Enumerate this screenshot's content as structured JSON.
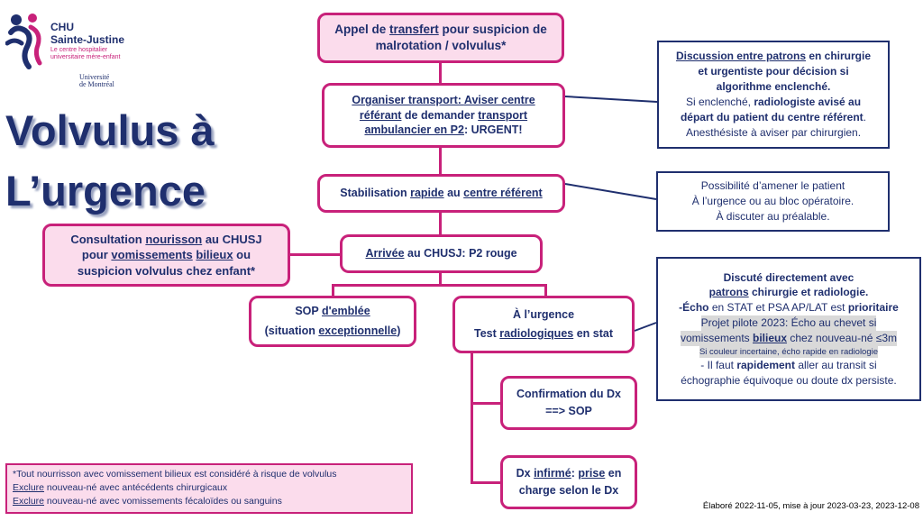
{
  "logo": {
    "chu": "CHU",
    "name": "Sainte-Justine",
    "tag1": "Le centre hospitalier",
    "tag2": "universitaire mère-enfant",
    "univ1": "Université",
    "univ2": "de Montréal"
  },
  "title": {
    "line1": "Volvulus à",
    "line2": "L’urgence"
  },
  "boxes": {
    "appel": {
      "l1_a": "Appel de ",
      "l1_b": "transfert",
      "l1_c": " pour suspicion de",
      "l2": "malrotation / volvulus*"
    },
    "organiser": {
      "l1_a": "Organiser transport: ",
      "l1_b": "Aviser centre",
      "l2_a": "référant",
      "l2_b": " de demander ",
      "l2_c": "transport",
      "l3_a": "ambulancier en P2",
      "l3_b": ": URGENT!"
    },
    "stab": {
      "a": "Stabilisation ",
      "b": "rapide",
      "c": " au ",
      "d": "centre référent"
    },
    "arrivee": {
      "a": "Arrivée",
      "b": " au CHUSJ: P2 rouge"
    },
    "consult": {
      "l1_a": "Consultation ",
      "l1_b": "nourisson",
      "l1_c": " au CHUSJ",
      "l2_a": "pour ",
      "l2_b": "vomissements",
      "l2_c": " ",
      "l2_d": "bilieux",
      "l2_e": " ou",
      "l3": "suspicion volvulus chez enfant*"
    },
    "sop": {
      "l1_a": "SOP ",
      "l1_b": "d'emblée",
      "l2_a": "(situation ",
      "l2_b": "exceptionnelle",
      "l2_c": ")"
    },
    "urgence": {
      "l1": "À l’urgence",
      "l2_a": "Test ",
      "l2_b": "radiologiques",
      "l2_c": " en stat"
    },
    "confirm": {
      "l1": "Confirmation du Dx",
      "l2": "==> SOP"
    },
    "infirme": {
      "l1_a": "Dx ",
      "l1_b": "infirmé",
      "l1_c": ": ",
      "l1_d": "prise",
      "l1_e": " en",
      "l2": "charge selon le Dx"
    }
  },
  "side": {
    "discussion": {
      "l1_a": "Discussion entre patrons",
      "l1_b": " en chirurgie",
      "l2": "et urgentiste pour décision si",
      "l3": "algorithme enclenché.",
      "l4": "Si enclenché, ",
      "l4_b": "radiologiste avisé au",
      "l5": "départ du patient du centre référent",
      "l5_b": ".",
      "l6": "Anesthésiste à aviser par chirurgien."
    },
    "possibilite": {
      "l1": "Possibilité d’amener le patient",
      "l2": "À l’urgence ou au bloc opératoire.",
      "l3": "À discuter au préalable."
    },
    "discute": {
      "l1": "Discuté directement avec",
      "l2_a": "patrons",
      "l2_b": " chirurgie et radiologie.",
      "l3_a": "-",
      "l3_b": "Écho",
      "l3_c": " en STAT et PSA AP/LAT est ",
      "l3_d": "prioritaire",
      "l4": "Projet pilote 2023: Écho au chevet si",
      "l5_a": "vomissements ",
      "l5_b": "bilieux",
      "l5_c": " chez nouveau-né ≤3m",
      "l6": "Si couleur incertaine, écho rapide en radiologie",
      "l7_a": "- Il faut ",
      "l7_b": "rapidement",
      "l7_c": " aller au transit si",
      "l8": "échographie équivoque ou doute dx persiste."
    }
  },
  "footnote": {
    "l1": "*Tout nourrisson avec vomissement bilieux est considéré à risque de volvulus",
    "l2_a": "Exclure",
    "l2_b": " nouveau-né avec antécédents chirurgicaux",
    "l3_a": "Exclure",
    "l3_b": " nouveau-né avec vomissements fécaloïdes ou sanguins"
  },
  "credit": "Élaboré 2022-11-05, mise à jour 2023-03-23, 2023-12-08",
  "colors": {
    "navy": "#1f2f6e",
    "magenta": "#c8217a",
    "pink_fill": "#fbdcec"
  }
}
